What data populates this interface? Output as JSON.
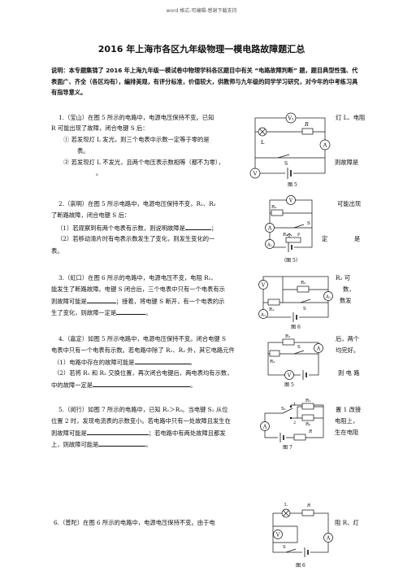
{
  "header": "word 格式-可编辑-感谢下载支持",
  "title": "2016 年上海市各区九年级物理一模电路故障题汇总",
  "note": "说明：本专题集锦了 2016 年上海九年级一模试卷中物理学科各区题目中有关 “电路故障判断” 题，题目典型性强、代表面广、齐全（各区均有），编排美观，有评分标准，价值较大，供教师与九年级的同学学习研究，对今年的中考练习具有指导意义。",
  "q1": {
    "l1": "1.（宝山）在图 5 所示的电路中，电源电压保持不变。已知",
    "l1r": "灯 L、电阻",
    "l2": "R 可能出现了故障，闭合电键 S 后：",
    "l3": "①  若发现灯   L  发光，则三个电表中示数一定等于零的是",
    "l4": "表。",
    "l5": "②  若发现灯 L 不发光，且两个电压表示数相等（都不为零），",
    "l5r": "则故障是",
    "l6": "。",
    "fig": "图 5"
  },
  "q2": {
    "l1": "2.（崇明）在图 5 所示电路中，电源电压保持不变，R₁、R₂",
    "l1r": "可能出现",
    "l2": "了断路故障，闭合电键 S 后：",
    "l3a": "（1）若观察到有两个电表有示数，则说明故障是",
    "l3b": "；",
    "l4": "（2）若移动滑片时有电表示数发生了变化，则发生变化的一",
    "l4r1": "定",
    "l4r2": "是",
    "l5": "表。",
    "fig": "（图 5）"
  },
  "q3": {
    "l1": "3.（虹口）在图 6 所示的电路中，电源电压不变，电阻 R₁、",
    "l1r": "R₂ 可",
    "l2": "能发生了断路故障。电键 S 闭合后，三个电表中只有一个电表有示",
    "l2r": "数，",
    "l3a": "则故障可能是",
    "l3b": "；接着，将电键 S 断开，有一个电表的示",
    "l3r": "数发",
    "l4a": "生了变化，则故障一定是",
    "l4b": "。",
    "fig": "图 6"
  },
  "q4": {
    "l1": "4.（嘉定）如图 5 所示电路中，电源电压保持不变。闭合电键 S",
    "l1r": "后，两个",
    "l2": "电表中只有一个电表有示数。若电路中除了 R₁、R₂ 外，其它电路元件",
    "l2r": "均完好。",
    "l3a": "（1）电路中存在的故障可能是",
    "l3b": "。",
    "l4": "（2）若将 R₁ 和 R₂ 交换位置，再次闭合电键后，两电表均有示数，",
    "l4r": "则 电 路",
    "l5a": "中的故障一定是",
    "l5b": "。",
    "fig": "图 5"
  },
  "q5": {
    "l1": "5.（闵行）如图 7 所示的电路中，已知 R₁＞R₂。当电键 S₁ 从位",
    "l1r": "置 1 改接",
    "l2": "位置 2 时，发现电流表的示数变小。若电路中只有一处故障且发生在",
    "l2r": "电阻上，",
    "l3a": "则故障可能是",
    "l3b": "；若电路中有两处故障且都发",
    "l3r": "生在电阻",
    "l4a": "上，则故障可能是",
    "l4b": "。",
    "fig": "图 7"
  },
  "q6": {
    "l1": "6.（普陀）在图 6 所示的电路中，电源电压保持不变。由于电",
    "l1r": "阻 R、灯",
    "fig": "图 6"
  },
  "labels": {
    "V": "V",
    "V1": "V₁",
    "A": "A",
    "A1": "A₁",
    "L": "L",
    "R": "R",
    "S": "S",
    "R1": "R₁",
    "R2": "R₂",
    "P": "P",
    "S1": "S₁",
    "one": "1",
    "two": "2"
  }
}
